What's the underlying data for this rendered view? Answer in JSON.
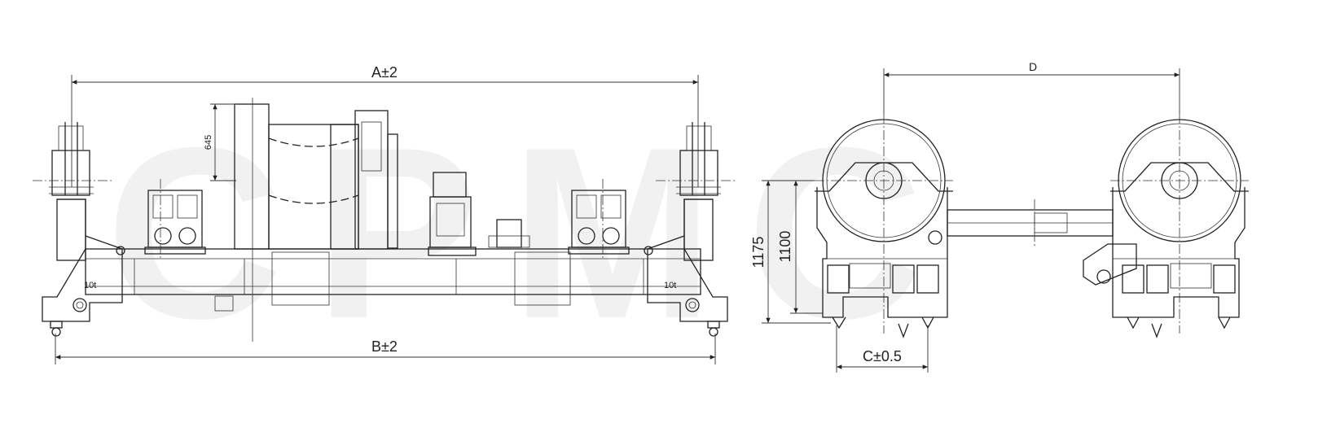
{
  "watermark": "CPMC",
  "dimensions": {
    "front_width_top": "A±2",
    "front_width_bottom": "B±2",
    "height_small": "645",
    "side_span": "D",
    "side_height_outer": "1175",
    "side_height_inner": "1100",
    "side_width": "C±0.5"
  },
  "capacity_labels": [
    "10t",
    "10t"
  ]
}
